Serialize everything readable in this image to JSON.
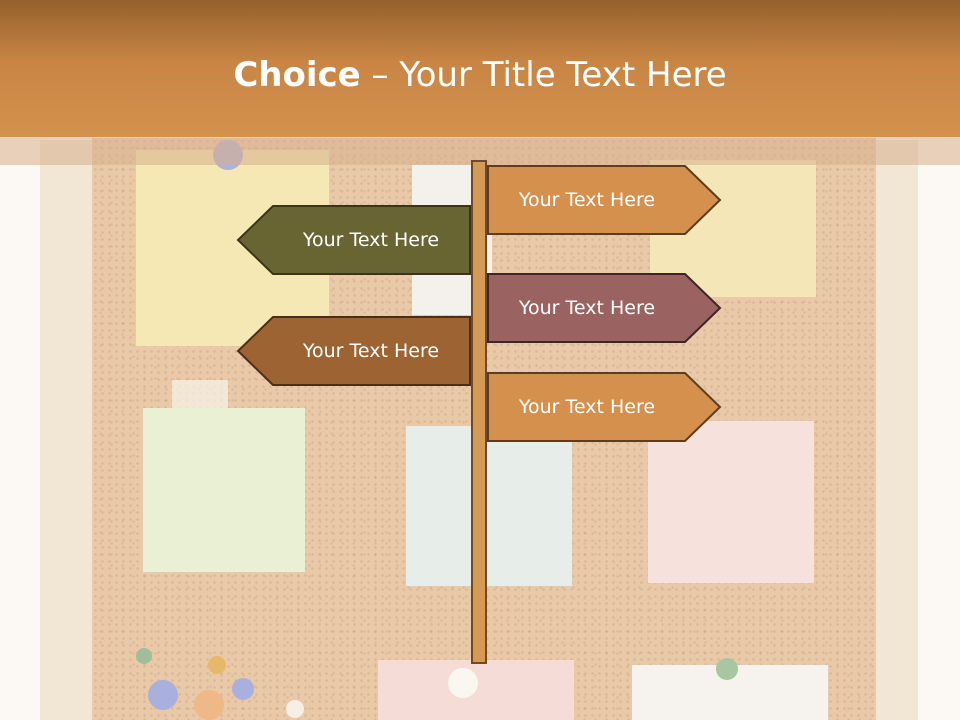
{
  "title": {
    "bold": "Choice",
    "rest": " – Your Title Text Here"
  },
  "signs": [
    {
      "label": "Your Text Here",
      "direction": "right",
      "color": "#d5904e"
    },
    {
      "label": "Your Text Here",
      "direction": "left",
      "color": "#686532"
    },
    {
      "label": "Your Text Here",
      "direction": "right",
      "color": "#9a6261"
    },
    {
      "label": "Your Text Here",
      "direction": "left",
      "color": "#9e6332"
    },
    {
      "label": "Your Text Here",
      "direction": "right",
      "color": "#d5904e"
    }
  ],
  "colors": {
    "header": "#c88544",
    "post": "#d59a55",
    "outline": "#5a3d22"
  }
}
